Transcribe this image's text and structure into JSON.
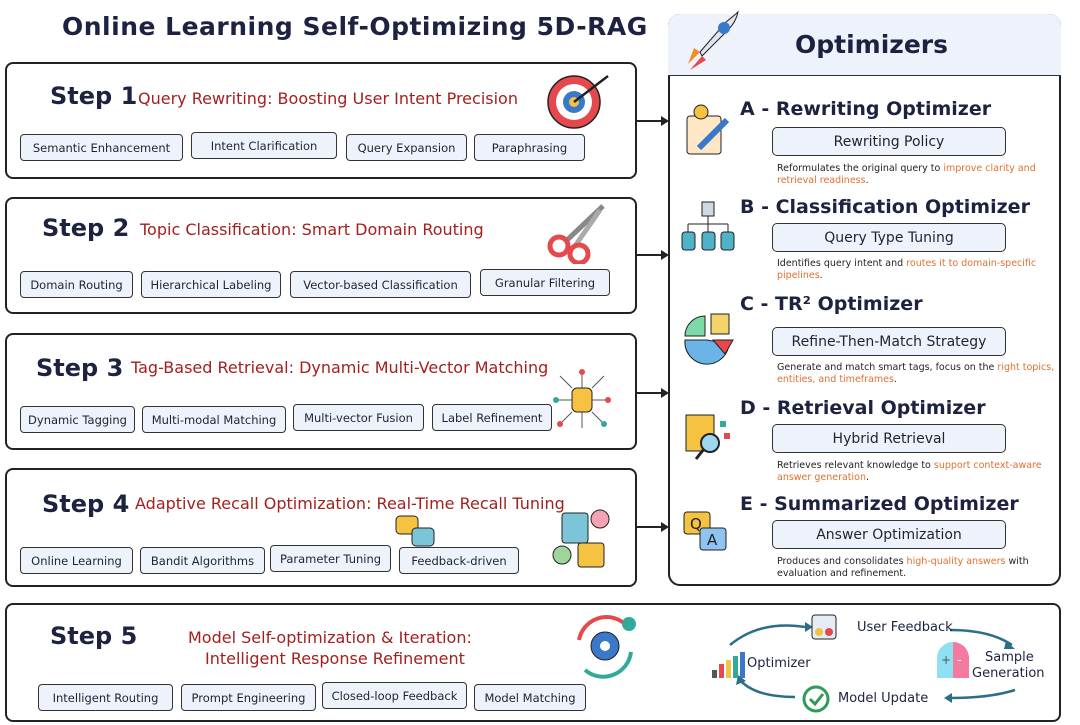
{
  "title": "Online Learning Self-Optimizing 5D-RAG",
  "steps": [
    {
      "label": "Step 1",
      "subtitle": "Query Rewriting: Boosting User Intent Precision",
      "chips": [
        "Semantic Enhancement",
        "Intent Clarification",
        "Query Expansion",
        "Paraphrasing"
      ]
    },
    {
      "label": "Step 2",
      "subtitle": "Topic Classification: Smart Domain Routing",
      "chips": [
        "Domain Routing",
        "Hierarchical Labeling",
        "Vector-based Classification",
        "Granular Filtering"
      ]
    },
    {
      "label": "Step 3",
      "subtitle": "Tag-Based Retrieval: Dynamic Multi-Vector Matching",
      "chips": [
        "Dynamic Tagging",
        "Multi-modal Matching",
        "Multi-vector Fusion",
        "Label Refinement"
      ]
    },
    {
      "label": "Step 4",
      "subtitle": "Adaptive Recall Optimization: Real-Time Recall Tuning",
      "chips": [
        "Online Learning",
        "Bandit Algorithms",
        "Parameter Tuning",
        "Feedback-driven"
      ]
    },
    {
      "label": "Step 5",
      "subtitle_line1": "Model Self-optimization & Iteration:",
      "subtitle_line2": "Intelligent Response Refinement",
      "chips": [
        "Intelligent Routing",
        "Prompt Engineering",
        "Closed-loop Feedback",
        "Model Matching"
      ]
    }
  ],
  "optimizers": {
    "title": "Optimizers",
    "items": [
      {
        "title": "A - Rewriting Optimizer",
        "box": "Rewriting Policy",
        "desc_pre": "Reformulates the original query to ",
        "desc_hl": "improve clarity and retrieval readiness",
        "desc_post": "."
      },
      {
        "title": "B - Classification Optimizer",
        "box": "Query Type Tuning",
        "desc_pre": "Identifies query intent and ",
        "desc_hl": "routes it to domain-specific pipelines",
        "desc_post": "."
      },
      {
        "title": "C - TR² Optimizer",
        "box": "Refine-Then-Match Strategy",
        "desc_pre": "Generate and match smart tags, focus on the ",
        "desc_hl": "right topics, entities, and timeframes",
        "desc_post": "."
      },
      {
        "title": "D - Retrieval Optimizer",
        "box": "Hybrid Retrieval",
        "desc_pre": "Retrieves relevant knowledge to ",
        "desc_hl": "support context-aware answer generation",
        "desc_post": "."
      },
      {
        "title": "E - Summarized Optimizer",
        "box": "Answer Optimization",
        "desc_pre": "Produces and consolidates ",
        "desc_hl": "high-quality answers",
        "desc_post": " with evaluation and refinement."
      }
    ]
  },
  "cycle": {
    "user_feedback": "User Feedback",
    "sample_generation_1": "Sample",
    "sample_generation_2": "Generation",
    "model_update": "Model Update",
    "optimizer": "Optimizer"
  },
  "colors": {
    "accent_red": "#a3201e",
    "highlight": "#e07030",
    "chip_bg": "#eef3fb"
  }
}
